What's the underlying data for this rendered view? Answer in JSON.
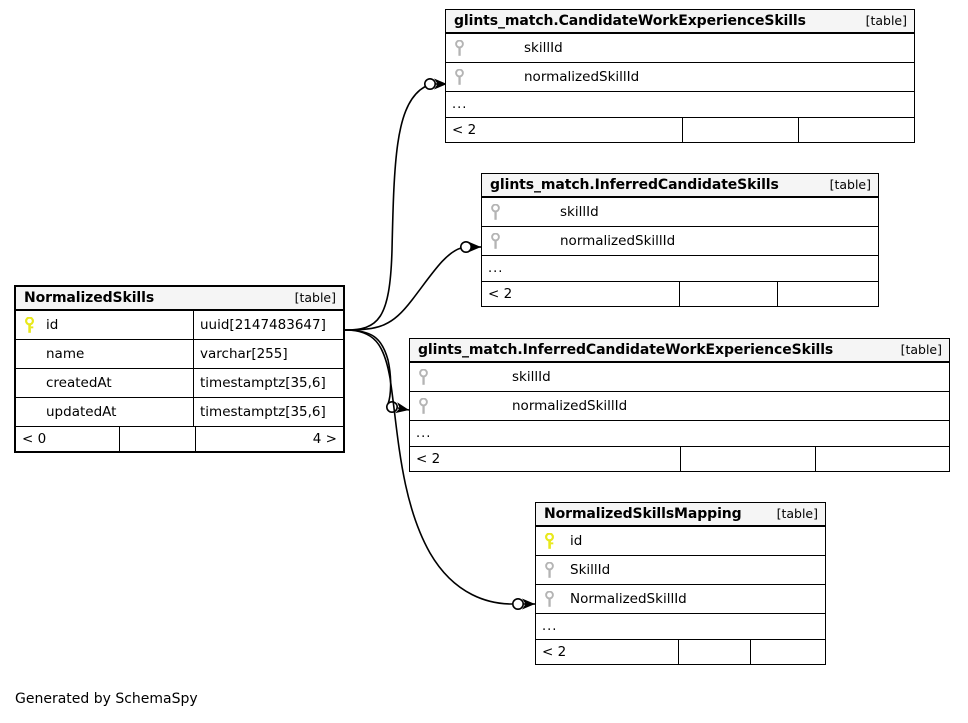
{
  "diagram": {
    "generator_note": "Generated by SchemaSpy",
    "kind_label": "[table]",
    "more_label": "...",
    "key_icon_primary": "key-icon-primary",
    "key_icon_foreign": "key-icon-foreign",
    "colors": {
      "primary_key": "#e8e81c",
      "foreign_key": "#b4b4b4",
      "header_bg": "#f5f5f5",
      "border": "#000000",
      "background": "#ffffff"
    }
  },
  "tables": [
    {
      "id": "candidate-work-experience-skills",
      "name": "glints_match.CandidateWorkExperienceSkills",
      "kind": "[table]",
      "primary": false,
      "columns": [
        {
          "name": "skillId",
          "key": "foreign",
          "type": ""
        },
        {
          "name": "normalizedSkillId",
          "key": "foreign",
          "type": ""
        }
      ],
      "more": "...",
      "footer": {
        "left": "< 2",
        "middle": "",
        "right": ""
      }
    },
    {
      "id": "inferred-candidate-skills",
      "name": "glints_match.InferredCandidateSkills",
      "kind": "[table]",
      "primary": false,
      "columns": [
        {
          "name": "skillId",
          "key": "foreign",
          "type": ""
        },
        {
          "name": "normalizedSkillId",
          "key": "foreign",
          "type": ""
        }
      ],
      "more": "...",
      "footer": {
        "left": "< 2",
        "middle": "",
        "right": ""
      }
    },
    {
      "id": "normalized-skills",
      "name": "NormalizedSkills",
      "kind": "[table]",
      "primary": true,
      "columns": [
        {
          "name": "id",
          "key": "primary",
          "type": "uuid[2147483647]"
        },
        {
          "name": "name",
          "key": "none",
          "type": "varchar[255]"
        },
        {
          "name": "createdAt",
          "key": "none",
          "type": "timestamptz[35,6]"
        },
        {
          "name": "updatedAt",
          "key": "none",
          "type": "timestamptz[35,6]"
        }
      ],
      "more": null,
      "footer": {
        "left": "< 0",
        "middle": "",
        "right": "4 >"
      }
    },
    {
      "id": "inferred-candidate-work-experience-skills",
      "name": "glints_match.InferredCandidateWorkExperienceSkills",
      "kind": "[table]",
      "primary": false,
      "columns": [
        {
          "name": "skillId",
          "key": "foreign",
          "type": ""
        },
        {
          "name": "normalizedSkillId",
          "key": "foreign",
          "type": ""
        }
      ],
      "more": "...",
      "footer": {
        "left": "< 2",
        "middle": "",
        "right": ""
      }
    },
    {
      "id": "normalized-skills-mapping",
      "name": "NormalizedSkillsMapping",
      "kind": "[table]",
      "primary": false,
      "columns": [
        {
          "name": "id",
          "key": "primary",
          "type": ""
        },
        {
          "name": "SkillId",
          "key": "foreign",
          "type": ""
        },
        {
          "name": "NormalizedSkillId",
          "key": "foreign",
          "type": ""
        }
      ],
      "more": "...",
      "footer": {
        "left": "< 2",
        "middle": "",
        "right": ""
      }
    }
  ],
  "relationships": [
    {
      "from": "normalized-skills.id",
      "to": "candidate-work-experience-skills.normalizedSkillId",
      "cardinality": "zero-or-more"
    },
    {
      "from": "normalized-skills.id",
      "to": "inferred-candidate-skills.normalizedSkillId",
      "cardinality": "zero-or-more"
    },
    {
      "from": "normalized-skills.id",
      "to": "inferred-candidate-work-experience-skills.normalizedSkillId",
      "cardinality": "zero-or-more"
    },
    {
      "from": "normalized-skills.id",
      "to": "normalized-skills-mapping.NormalizedSkillId",
      "cardinality": "zero-or-more"
    }
  ]
}
